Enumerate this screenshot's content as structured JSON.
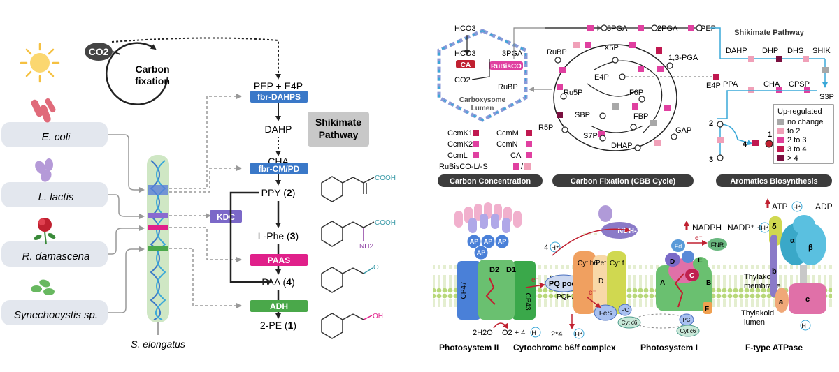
{
  "left": {
    "co2": "CO2",
    "carbon_fixation_1": "Carbon",
    "carbon_fixation_2": "fixation",
    "organisms": [
      "E. coli",
      "L. lactis",
      "R. damascena",
      "Synechocystis sp."
    ],
    "host": "S. elongatus",
    "pathway_1": "Shikimate",
    "pathway_2": "Pathway",
    "metabolites": {
      "pep_e4p": "PEP + E4P",
      "dahp": "DAHP",
      "cha": "CHA",
      "ppy": "PPY (",
      "ppy_n": "2",
      "lphe": "L-Phe (",
      "lphe_n": "3",
      "paa": "PAA (",
      "paa_n": "4",
      "pe": "2-PE (",
      "pe_n": "1",
      "close": ")"
    },
    "enzymes": {
      "dahps": "fbr-DAHPS",
      "cmpd": "fbr-CM/PD",
      "kdc": "KDC",
      "paas": "PAAS",
      "adh": "ADH"
    },
    "groups": {
      "cooh": "COOH",
      "nh2": "NH2",
      "oh": "OH",
      "o": "O"
    }
  },
  "right_top": {
    "hco3_out": "HCO3⁻",
    "hco3_in": "HCO3⁻",
    "pga3_in": "3PGA",
    "ca": "CA",
    "rubisco": "RuBisCO",
    "co2": "CO2",
    "rubp_in": "RuBP",
    "lumen_1": "Carboxysome",
    "lumen_2": "Lumen",
    "cbb": [
      "3PGA",
      "2PGA",
      "PEP",
      "RuBP",
      "X5P",
      "1,3-PGA",
      "E4P",
      "Ru5P",
      "F6P",
      "E4P",
      "SBP",
      "FBP",
      "R5P",
      "S7P",
      "DHAP",
      "GAP"
    ],
    "shik_title": "Shikimate Pathway",
    "shik": [
      "DAHP",
      "DHP",
      "DHS",
      "SHIK",
      "PPA",
      "CHA",
      "CPSP",
      "S3P"
    ],
    "nums": [
      "2",
      "4",
      "1",
      "3"
    ],
    "ccm": [
      "CcmK1",
      "CcmK2",
      "CcmL",
      "RuBisCO-L/-S",
      "CcmM",
      "CcmN",
      "CA"
    ],
    "ccm_sep": "/",
    "legend_title": "Up-regulated",
    "legend": [
      {
        "label": "no change",
        "color": "#a8a8a8"
      },
      {
        "label": "to 2",
        "color": "#f0a0b8"
      },
      {
        "label": "2 to 3",
        "color": "#e0409a"
      },
      {
        "label": "3 to 4",
        "color": "#c01850"
      },
      {
        "label": "> 4",
        "color": "#7a1040"
      }
    ],
    "pills": [
      "Carbon Concentration",
      "Carbon Fixation (CBB Cycle)",
      "Aromatics Biosynthesis"
    ]
  },
  "right_bottom": {
    "ndh": "NDH-1",
    "nadph": "NADPH",
    "nadp": "NADP⁺ +",
    "hplus": "H⁺",
    "atp": "ATP",
    "adp": "ADP",
    "ap": "AP",
    "four": "4",
    "pq": "PQ",
    "pq_pool": "PQ pool",
    "pqh2": "PQH2",
    "cytb6": "Cyt b6",
    "pet": "Pet",
    "d": "D",
    "cytf": "Cyt f",
    "fes": "FeS",
    "pc": "PC",
    "cytc6": "Cyt c6",
    "d1": "D1",
    "d2": "D2",
    "cp47": "CP47",
    "cp43": "CP43",
    "fd": "Fd",
    "fnr": "FNR",
    "ps1": [
      "D",
      "E",
      "C",
      "A",
      "B",
      "F"
    ],
    "atpase": [
      "δ",
      "α",
      "β",
      "b",
      "a",
      "c"
    ],
    "e": "e⁻",
    "thylakoid_membrane_1": "Thylakoid",
    "thylakoid_membrane_2": "membrane",
    "thylakoid_lumen_1": "Thylakoid",
    "thylakoid_lumen_2": "lumen",
    "water": "2H2O",
    "o2": "O2 + 4",
    "two4": "2*4",
    "labels": [
      "Photosystem II",
      "Cytochrome b6/f complex",
      "Photosystem I",
      "F-type ATPase"
    ]
  }
}
